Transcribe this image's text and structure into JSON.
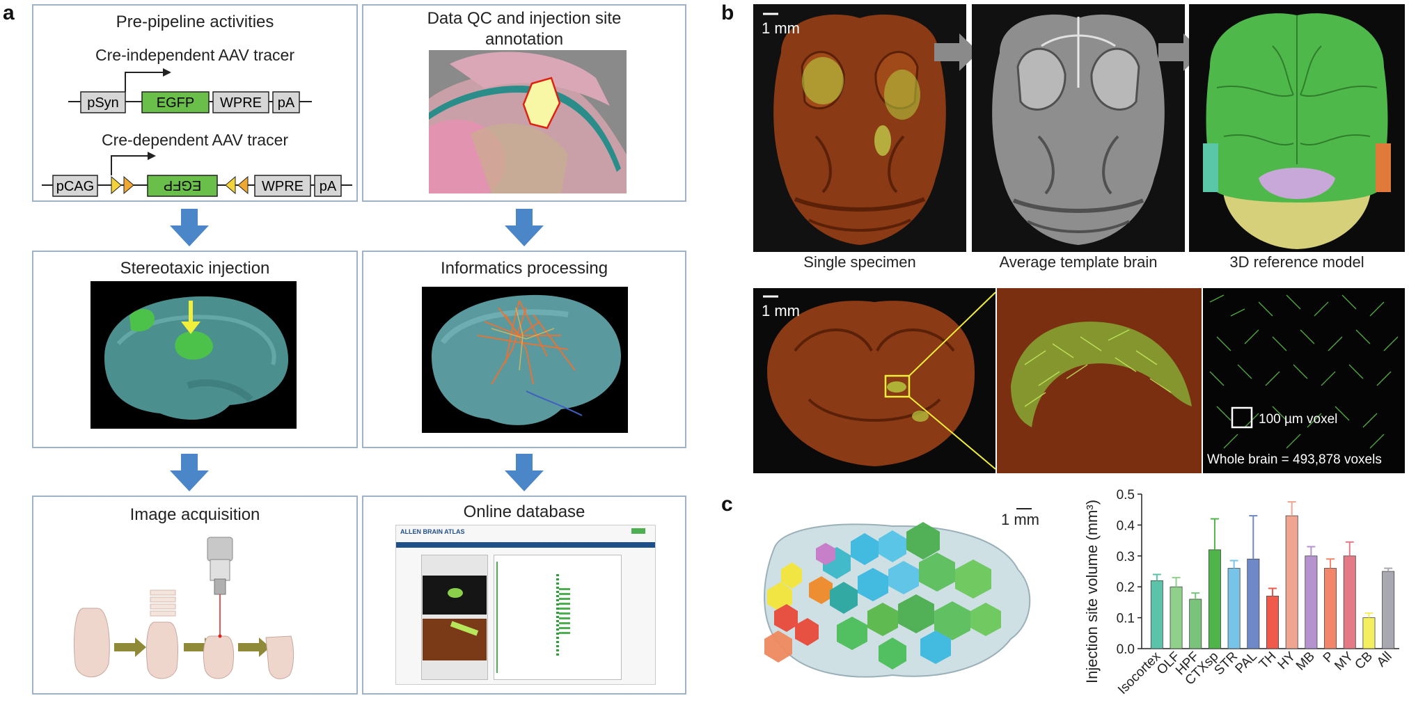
{
  "panel_letters": {
    "a": "a",
    "b": "b",
    "c": "c"
  },
  "panel_a": {
    "boxes": {
      "pre_pipeline": "Pre-pipeline activities",
      "data_qc": "Data QC and injection site annotation",
      "stereotaxic": "Stereotaxic injection",
      "informatics": "Informatics processing",
      "image_acquisition": "Image acquisition",
      "online_database": "Online database"
    },
    "cre_independent": {
      "title": "Cre-independent AAV tracer",
      "segments": [
        "pSyn",
        "EGFP",
        "WPRE",
        "pA"
      ]
    },
    "cre_dependent": {
      "title": "Cre-dependent AAV tracer",
      "segments": [
        "pCAG",
        "EGFP",
        "WPRE",
        "pA"
      ]
    },
    "database_header": "ALLEN BRAIN ATLAS"
  },
  "panel_b": {
    "scalebar_1": "1 mm",
    "scalebar_2": "1 mm",
    "captions": [
      "Single specimen",
      "Average template brain",
      "3D reference model"
    ],
    "voxel_label": "100 µm voxel",
    "whole_brain": "Whole brain = 493,878 voxels"
  },
  "panel_c": {
    "scalebar": "1 mm"
  },
  "chart_data": {
    "type": "bar",
    "ylabel": "Injection site volume (mm³)",
    "ylim": [
      0,
      0.5
    ],
    "yticks": [
      "0.0",
      "0.1",
      "0.2",
      "0.3",
      "0.4",
      "0.5"
    ],
    "categories": [
      "Isocortex",
      "OLF",
      "HPF",
      "CTXsp",
      "STR",
      "PAL",
      "TH",
      "HY",
      "MB",
      "P",
      "MY",
      "CB",
      "All"
    ],
    "values": [
      0.22,
      0.2,
      0.16,
      0.32,
      0.26,
      0.29,
      0.17,
      0.43,
      0.3,
      0.26,
      0.3,
      0.1,
      0.25
    ],
    "errors": [
      0.02,
      0.03,
      0.02,
      0.1,
      0.025,
      0.14,
      0.025,
      0.045,
      0.03,
      0.03,
      0.045,
      0.015,
      0.01
    ],
    "colors": [
      "#5cc2a8",
      "#8fd08a",
      "#79c47a",
      "#4fb54a",
      "#77c4e8",
      "#6f89c8",
      "#ef5a4a",
      "#f0a590",
      "#b493cf",
      "#f3866a",
      "#e47a86",
      "#f3ef5f",
      "#a8a8b0"
    ]
  }
}
